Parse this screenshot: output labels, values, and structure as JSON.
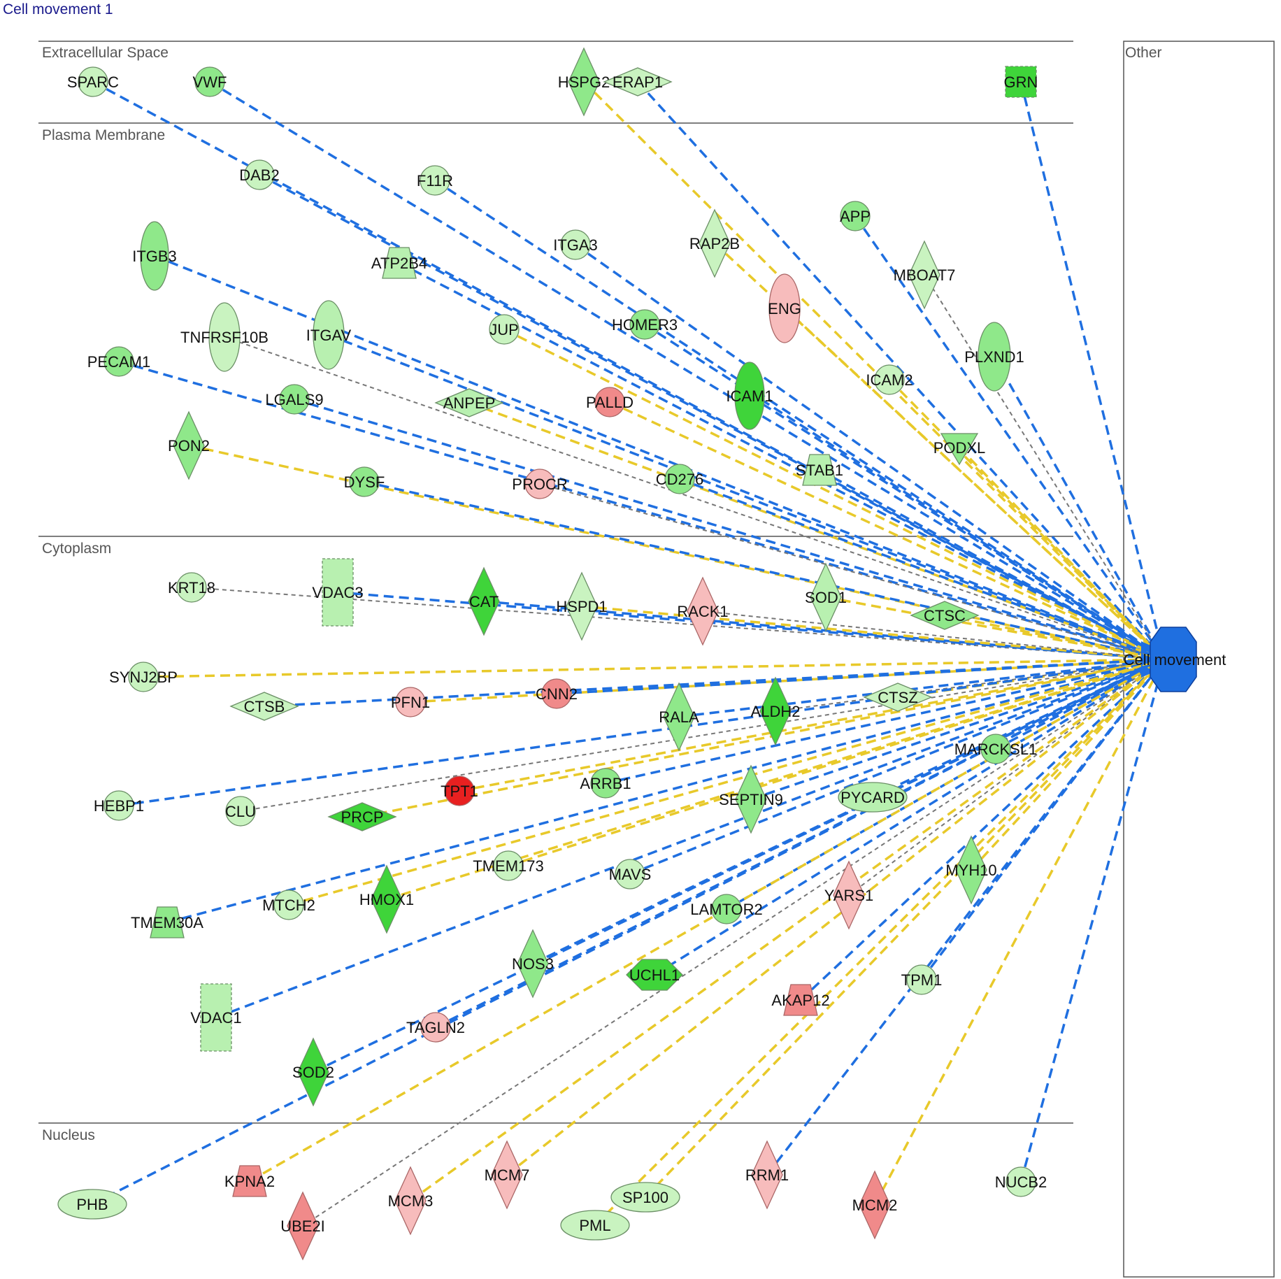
{
  "title": "Cell movement 1",
  "target": {
    "label": "Cell movement",
    "color": "#1f6fe0"
  },
  "compartments": [
    "Extracellular Space",
    "Plasma Membrane",
    "Cytoplasm",
    "Nucleus",
    "Other"
  ],
  "legend_colors": {
    "edge_blue": "#1f6fe0",
    "edge_yellow": "#e8c92a",
    "edge_gray": "#777777",
    "node_light_green": "#c9f3c0",
    "node_green": "#8fe88a",
    "node_bright_green": "#3fd43a",
    "node_light_red": "#f7bcbc",
    "node_red": "#f08a8a",
    "node_bright_red": "#e82020"
  },
  "nodes": [
    {
      "label": "SPARC",
      "shape": "circle",
      "fill": "#c9f3c0",
      "edge": "blue"
    },
    {
      "label": "VWF",
      "shape": "circle",
      "fill": "#8fe88a",
      "edge": "blue"
    },
    {
      "label": "HSPG2",
      "shape": "diamond",
      "fill": "#8fe88a",
      "edge": "yellow"
    },
    {
      "label": "ERAP1",
      "shape": "diamond",
      "fill": "#c9f3c0",
      "edge": "blue"
    },
    {
      "label": "GRN",
      "shape": "dashed-rect",
      "fill": "#3fd43a",
      "edge": "blue"
    },
    {
      "label": "DAB2",
      "shape": "circle",
      "fill": "#c9f3c0",
      "edge": "blue"
    },
    {
      "label": "F11R",
      "shape": "circle",
      "fill": "#c9f3c0",
      "edge": "blue"
    },
    {
      "label": "APP",
      "shape": "circle",
      "fill": "#8fe88a",
      "edge": "blue"
    },
    {
      "label": "ITGB3",
      "shape": "ellipse",
      "fill": "#8fe88a",
      "edge": "blue"
    },
    {
      "label": "ATP2B4",
      "shape": "trapezoid",
      "fill": "#b8f0b0",
      "edge": "blue"
    },
    {
      "label": "ITGA3",
      "shape": "circle",
      "fill": "#c9f3c0",
      "edge": "blue"
    },
    {
      "label": "RAP2B",
      "shape": "diamond",
      "fill": "#c9f3c0",
      "edge": "yellow"
    },
    {
      "label": "MBOAT7",
      "shape": "diamond",
      "fill": "#c9f3c0",
      "edge": "gray"
    },
    {
      "label": "ENG",
      "shape": "ellipse",
      "fill": "#f7bcbc",
      "edge": "yellow"
    },
    {
      "label": "TNFRSF10B",
      "shape": "ellipse",
      "fill": "#c9f3c0",
      "edge": "gray"
    },
    {
      "label": "ITGAV",
      "shape": "ellipse",
      "fill": "#b8f0b0",
      "edge": "blue"
    },
    {
      "label": "JUP",
      "shape": "circle",
      "fill": "#c9f3c0",
      "edge": "yellow"
    },
    {
      "label": "HOMER3",
      "shape": "circle",
      "fill": "#8fe88a",
      "edge": "blue"
    },
    {
      "label": "PLXND1",
      "shape": "ellipse",
      "fill": "#8fe88a",
      "edge": "blue"
    },
    {
      "label": "PECAM1",
      "shape": "circle",
      "fill": "#8fe88a",
      "edge": "blue"
    },
    {
      "label": "ICAM2",
      "shape": "circle",
      "fill": "#c9f3c0",
      "edge": "yellow"
    },
    {
      "label": "LGALS9",
      "shape": "circle",
      "fill": "#8fe88a",
      "edge": "blue"
    },
    {
      "label": "ANPEP",
      "shape": "diamond",
      "fill": "#b8f0b0",
      "edge": "yellow"
    },
    {
      "label": "PALLD",
      "shape": "circle",
      "fill": "#f08a8a",
      "edge": "yellow"
    },
    {
      "label": "ICAM1",
      "shape": "ellipse",
      "fill": "#3fd43a",
      "edge": "blue"
    },
    {
      "label": "PON2",
      "shape": "diamond",
      "fill": "#8fe88a",
      "edge": "yellow"
    },
    {
      "label": "PODXL",
      "shape": "triangle-down",
      "fill": "#8fe88a",
      "edge": "yellow"
    },
    {
      "label": "STAB1",
      "shape": "trapezoid",
      "fill": "#b8f0b0",
      "edge": "blue"
    },
    {
      "label": "DYSF",
      "shape": "circle",
      "fill": "#8fe88a",
      "edge": "blue"
    },
    {
      "label": "PROCR",
      "shape": "circle",
      "fill": "#f7bcbc",
      "edge": "gray"
    },
    {
      "label": "CD276",
      "shape": "circle",
      "fill": "#8fe88a",
      "edge": "blue"
    },
    {
      "label": "KRT18",
      "shape": "circle",
      "fill": "#c9f3c0",
      "edge": "gray"
    },
    {
      "label": "VDAC3",
      "shape": "dashed-rect",
      "fill": "#b8f0b0",
      "edge": "blue"
    },
    {
      "label": "CAT",
      "shape": "diamond",
      "fill": "#3fd43a",
      "edge": "blue"
    },
    {
      "label": "HSPD1",
      "shape": "diamond",
      "fill": "#c9f3c0",
      "edge": "yellow"
    },
    {
      "label": "RACK1",
      "shape": "diamond",
      "fill": "#f7bcbc",
      "edge": "gray"
    },
    {
      "label": "SOD1",
      "shape": "diamond",
      "fill": "#b8f0b0",
      "edge": "yellow"
    },
    {
      "label": "CTSC",
      "shape": "diamond",
      "fill": "#8fe88a",
      "edge": "yellow"
    },
    {
      "label": "SYNJ2BP",
      "shape": "circle",
      "fill": "#c9f3c0",
      "edge": "yellow"
    },
    {
      "label": "CTSB",
      "shape": "diamond",
      "fill": "#c9f3c0",
      "edge": "blue"
    },
    {
      "label": "PFN1",
      "shape": "circle",
      "fill": "#f7bcbc",
      "edge": "yellow"
    },
    {
      "label": "CNN2",
      "shape": "circle",
      "fill": "#f08a8a",
      "edge": "blue"
    },
    {
      "label": "CTSZ",
      "shape": "diamond",
      "fill": "#c9f3c0",
      "edge": "yellow"
    },
    {
      "label": "RALA",
      "shape": "diamond",
      "fill": "#8fe88a",
      "edge": "blue"
    },
    {
      "label": "ALDH2",
      "shape": "diamond",
      "fill": "#3fd43a",
      "edge": "gray"
    },
    {
      "label": "MARCKSL1",
      "shape": "circle",
      "fill": "#8fe88a",
      "edge": "blue"
    },
    {
      "label": "HEBP1",
      "shape": "circle",
      "fill": "#c9f3c0",
      "edge": "blue"
    },
    {
      "label": "CLU",
      "shape": "circle",
      "fill": "#c9f3c0",
      "edge": "gray"
    },
    {
      "label": "PRCP",
      "shape": "diamond",
      "fill": "#3fd43a",
      "edge": "yellow"
    },
    {
      "label": "TPT1",
      "shape": "circle",
      "fill": "#e82020",
      "edge": "yellow"
    },
    {
      "label": "ARRB1",
      "shape": "circle",
      "fill": "#8fe88a",
      "edge": "blue"
    },
    {
      "label": "SEPTIN9",
      "shape": "diamond",
      "fill": "#8fe88a",
      "edge": "blue"
    },
    {
      "label": "PYCARD",
      "shape": "ellipse",
      "fill": "#b8f0b0",
      "edge": "blue"
    },
    {
      "label": "TMEM173",
      "shape": "circle",
      "fill": "#c9f3c0",
      "edge": "yellow"
    },
    {
      "label": "MAVS",
      "shape": "circle",
      "fill": "#c9f3c0",
      "edge": "blue"
    },
    {
      "label": "MYH10",
      "shape": "diamond",
      "fill": "#8fe88a",
      "edge": "yellow"
    },
    {
      "label": "TMEM30A",
      "shape": "trapezoid",
      "fill": "#8fe88a",
      "edge": "blue"
    },
    {
      "label": "MTCH2",
      "shape": "circle",
      "fill": "#c9f3c0",
      "edge": "yellow"
    },
    {
      "label": "HMOX1",
      "shape": "diamond",
      "fill": "#3fd43a",
      "edge": "yellow"
    },
    {
      "label": "LAMTOR2",
      "shape": "circle",
      "fill": "#8fe88a",
      "edge": "blue"
    },
    {
      "label": "YARS1",
      "shape": "diamond",
      "fill": "#f7bcbc",
      "edge": "gray"
    },
    {
      "label": "NOS3",
      "shape": "diamond",
      "fill": "#8fe88a",
      "edge": "blue"
    },
    {
      "label": "UCHL1",
      "shape": "hexagon",
      "fill": "#3fd43a",
      "edge": "blue"
    },
    {
      "label": "TPM1",
      "shape": "circle",
      "fill": "#c9f3c0",
      "edge": "blue"
    },
    {
      "label": "AKAP12",
      "shape": "trapezoid",
      "fill": "#f08a8a",
      "edge": "blue"
    },
    {
      "label": "VDAC1",
      "shape": "dashed-rect",
      "fill": "#b8f0b0",
      "edge": "blue"
    },
    {
      "label": "TAGLN2",
      "shape": "circle",
      "fill": "#f7bcbc",
      "edge": "blue"
    },
    {
      "label": "SOD2",
      "shape": "diamond",
      "fill": "#3fd43a",
      "edge": "blue"
    },
    {
      "label": "PHB",
      "shape": "ellipse",
      "fill": "#c9f3c0",
      "edge": "blue"
    },
    {
      "label": "KPNA2",
      "shape": "trapezoid",
      "fill": "#f08a8a",
      "edge": "yellow"
    },
    {
      "label": "UBE2I",
      "shape": "diamond",
      "fill": "#f08a8a",
      "edge": "gray"
    },
    {
      "label": "MCM3",
      "shape": "diamond",
      "fill": "#f7bcbc",
      "edge": "yellow"
    },
    {
      "label": "MCM7",
      "shape": "diamond",
      "fill": "#f7bcbc",
      "edge": "yellow"
    },
    {
      "label": "SP100",
      "shape": "ellipse",
      "fill": "#c9f3c0",
      "edge": "yellow"
    },
    {
      "label": "PML",
      "shape": "ellipse",
      "fill": "#c9f3c0",
      "edge": "yellow"
    },
    {
      "label": "RRM1",
      "shape": "diamond",
      "fill": "#f7bcbc",
      "edge": "blue"
    },
    {
      "label": "MCM2",
      "shape": "diamond",
      "fill": "#f08a8a",
      "edge": "yellow"
    },
    {
      "label": "NUCB2",
      "shape": "circle",
      "fill": "#c9f3c0",
      "edge": "blue"
    }
  ]
}
